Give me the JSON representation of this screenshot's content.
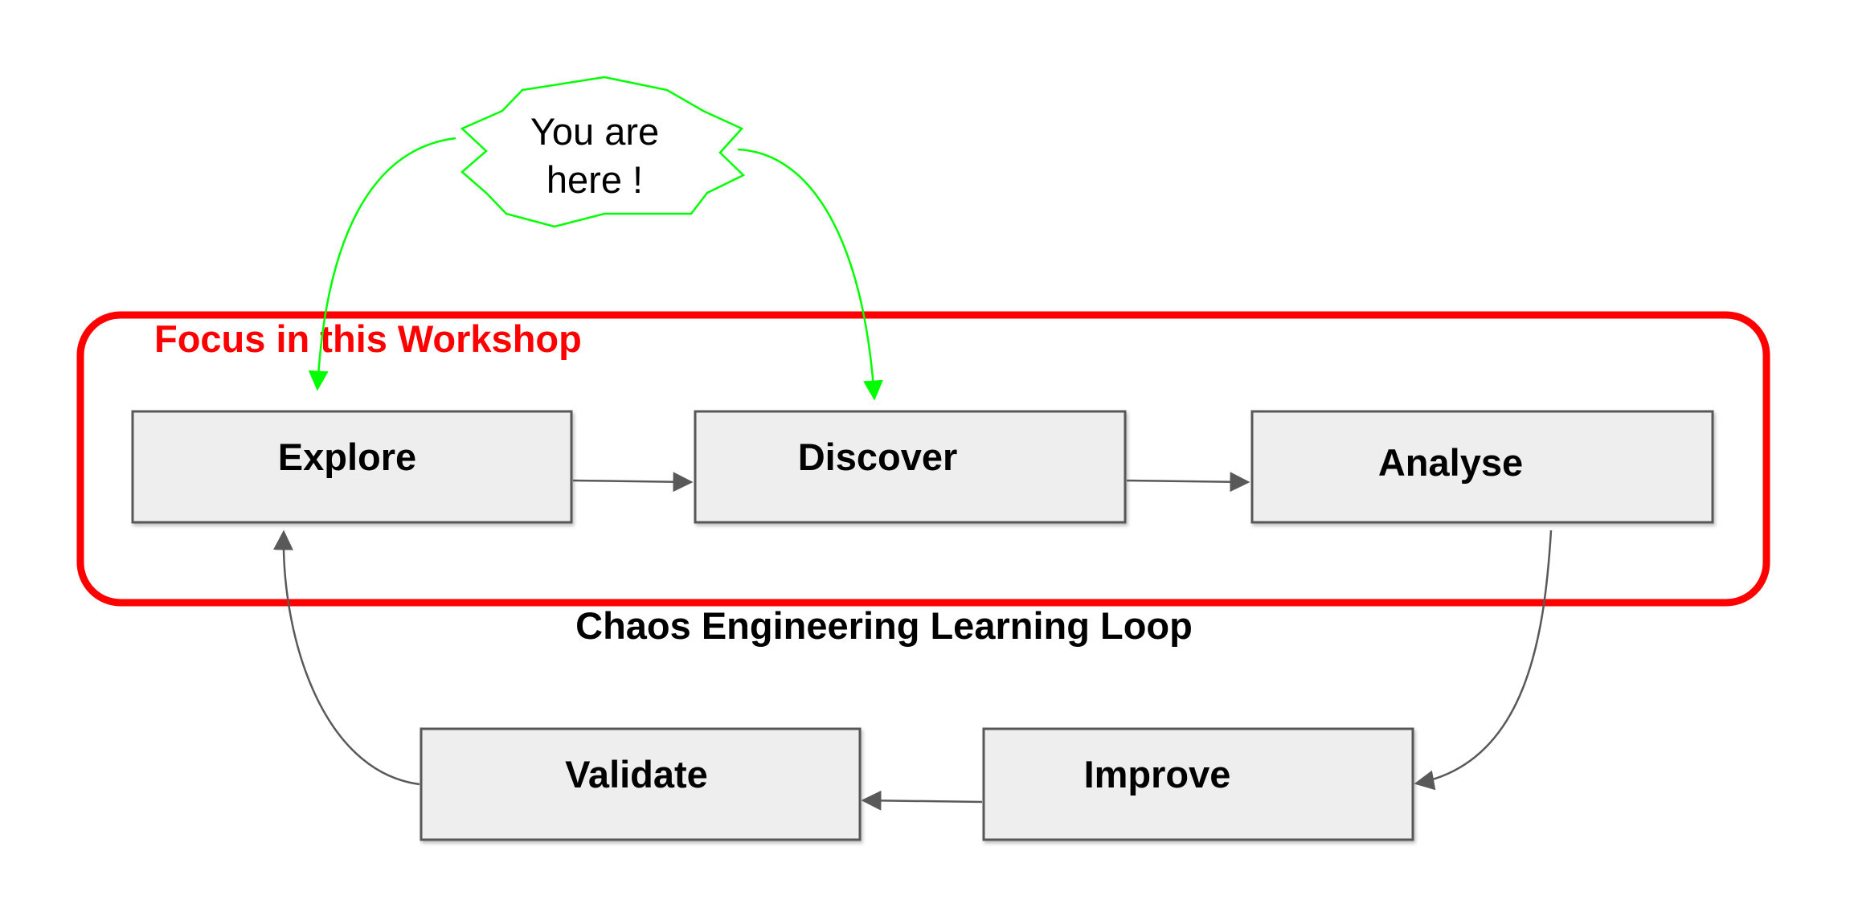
{
  "focus_label": "Focus in this Workshop",
  "callout": {
    "line1": "You are",
    "line2": "here !"
  },
  "caption": "Chaos Engineering Learning Loop",
  "steps": {
    "explore": "Explore",
    "discover": "Discover",
    "analyse": "Analyse",
    "improve": "Improve",
    "validate": "Validate"
  },
  "colors": {
    "focus_border": "#ff0000",
    "callout_outline": "#00ff00",
    "box_fill": "#eeeeee",
    "box_border": "#595959",
    "connector": "#595959"
  }
}
